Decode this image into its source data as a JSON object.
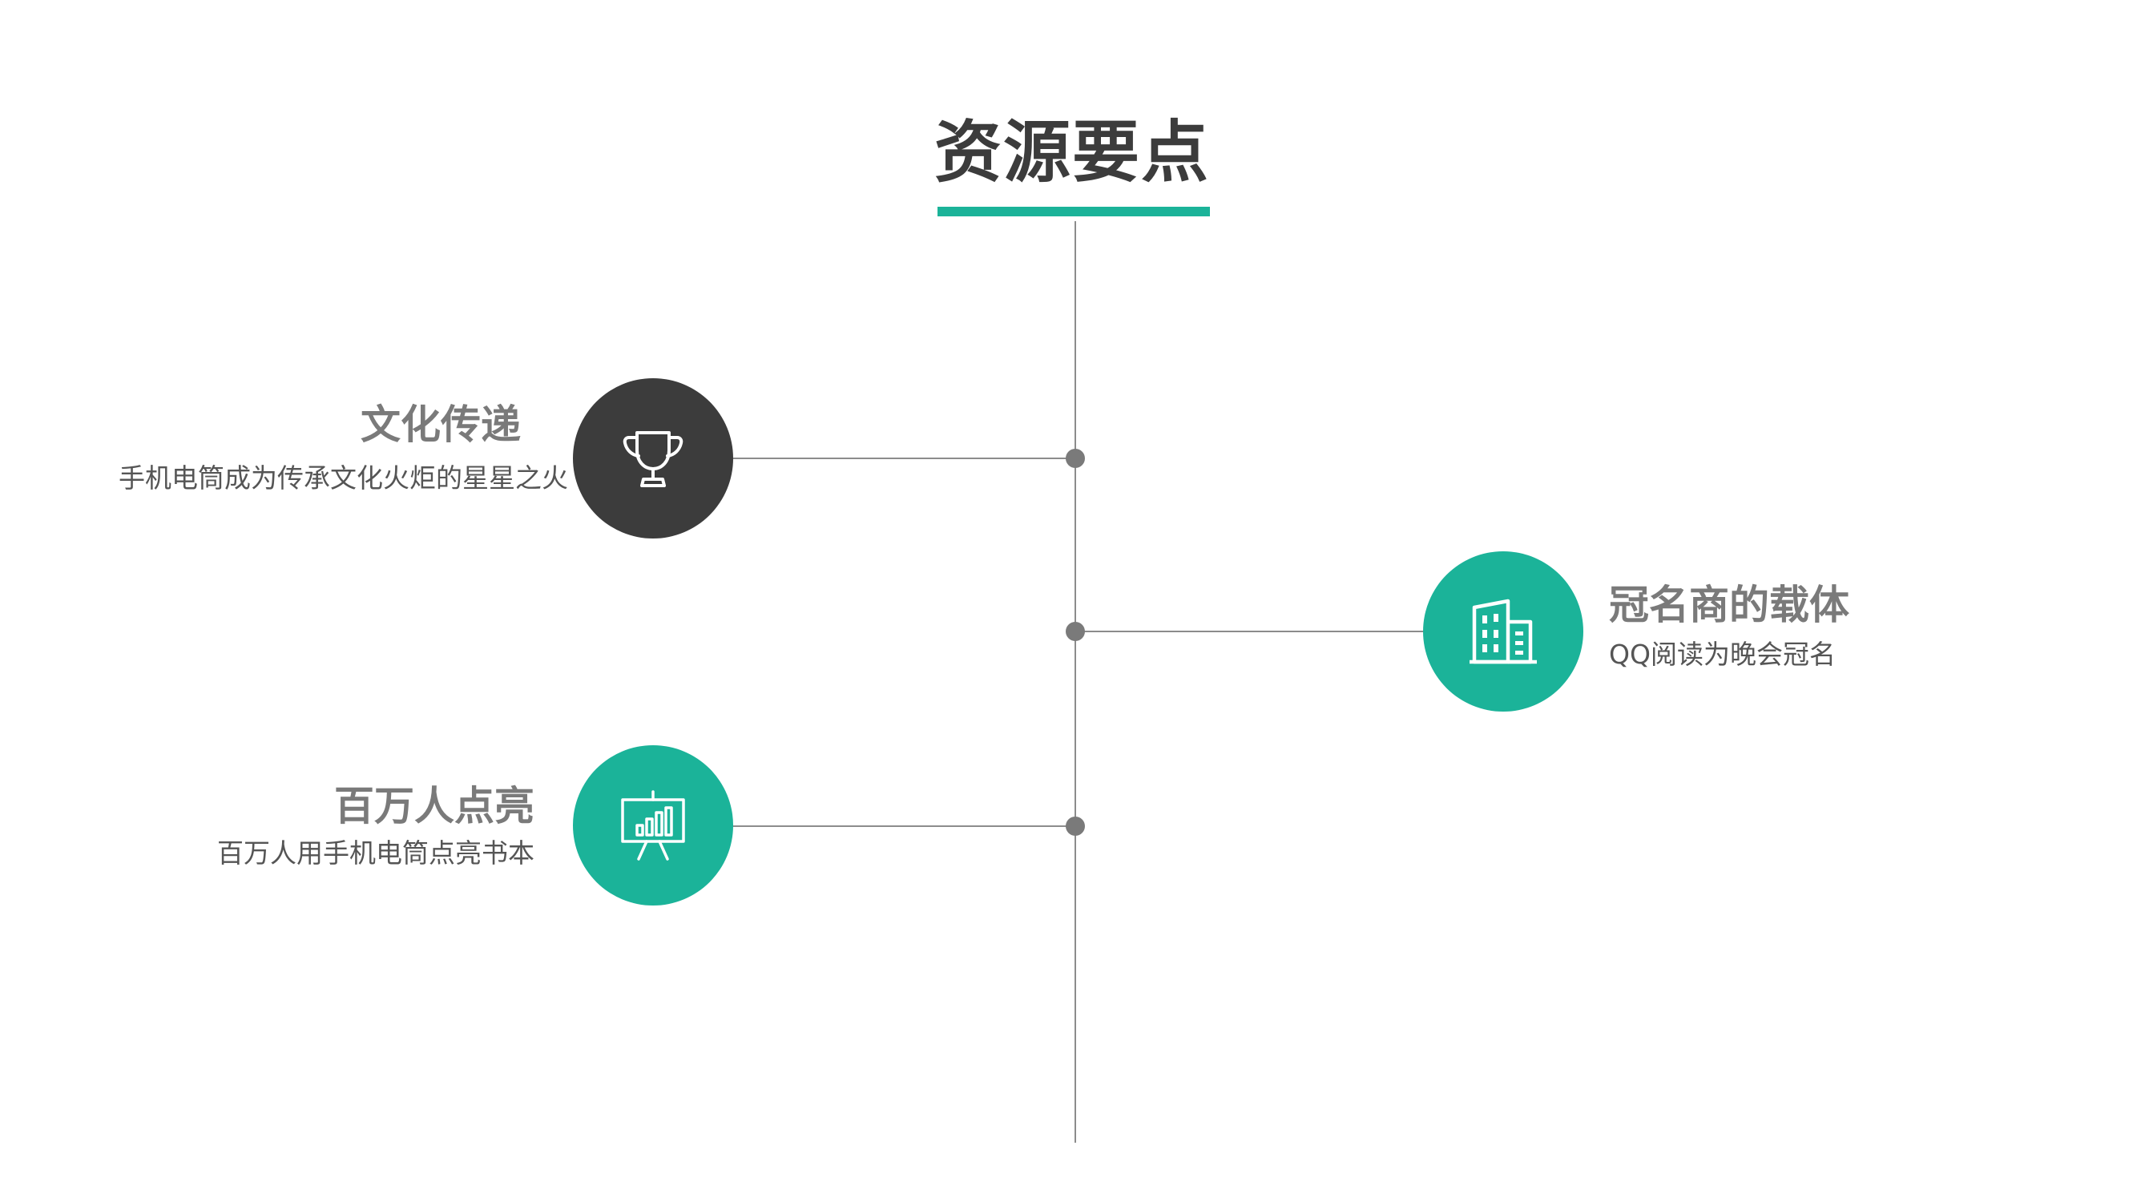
{
  "title": "资源要点",
  "colors": {
    "accent": "#1bb399",
    "dark": "#3c3c3c",
    "line": "#8c8c8c",
    "dot": "#7a7a7a",
    "title_text": "#3c3c3c",
    "item_title_text": "#7a7a7a",
    "item_desc_text": "#555555"
  },
  "items": [
    {
      "title": "文化传递",
      "description": "手机电筒成为传承文化火炬的星星之火",
      "icon": "trophy-icon",
      "circle_color": "#3c3c3c"
    },
    {
      "title": "冠名商的载体",
      "description": "QQ阅读为晚会冠名",
      "icon": "building-icon",
      "circle_color": "#1bb399"
    },
    {
      "title": "百万人点亮",
      "description": "百万人用手机电筒点亮书本",
      "icon": "presentation-chart-icon",
      "circle_color": "#1bb399"
    }
  ]
}
